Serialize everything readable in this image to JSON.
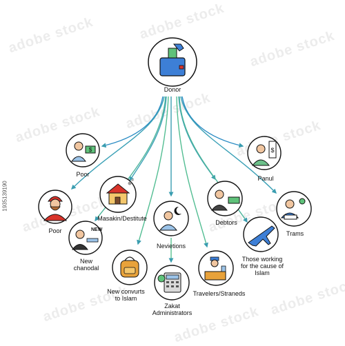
{
  "watermark_text": "adobe stock",
  "image_id": "1935139190",
  "colors": {
    "arrow_start": "#1f7fc4",
    "arrow_end": "#59c38a",
    "outline": "#111111"
  },
  "diagram": {
    "donor": {
      "label": "Donor",
      "icon": "donation-box-icon"
    },
    "nodes": [
      {
        "key": "poor1",
        "label": "Poor",
        "icon": "poor-person-money-icon"
      },
      {
        "key": "panul",
        "label": "Panul",
        "icon": "person-money-sign-icon"
      },
      {
        "key": "poor2",
        "label": "Poor",
        "icon": "bearded-man-icon"
      },
      {
        "key": "masakin",
        "label": "Masakin/Destitute",
        "icon": "broken-house-icon"
      },
      {
        "key": "debtors",
        "label": "Debtors",
        "icon": "debtor-cash-icon"
      },
      {
        "key": "trams",
        "label": "Trams",
        "icon": "reading-person-icon"
      },
      {
        "key": "new_chanodal",
        "label": "New\nchanodal",
        "icon": "new-convert-person-icon"
      },
      {
        "key": "nevietions",
        "label": "Nevietions",
        "icon": "crescent-person-icon"
      },
      {
        "key": "cause_islam",
        "label": "Those working\nfor the cause of\nIslam",
        "icon": "airplane-icon"
      },
      {
        "key": "new_convurts",
        "label": "New convurts\nto Islam",
        "icon": "backpack-icon"
      },
      {
        "key": "travelers",
        "label": "Travelers/Straneds",
        "icon": "traveler-desk-icon"
      },
      {
        "key": "zakat_admin",
        "label": "Zakat\nAdministrators",
        "icon": "calculator-icon"
      }
    ]
  }
}
